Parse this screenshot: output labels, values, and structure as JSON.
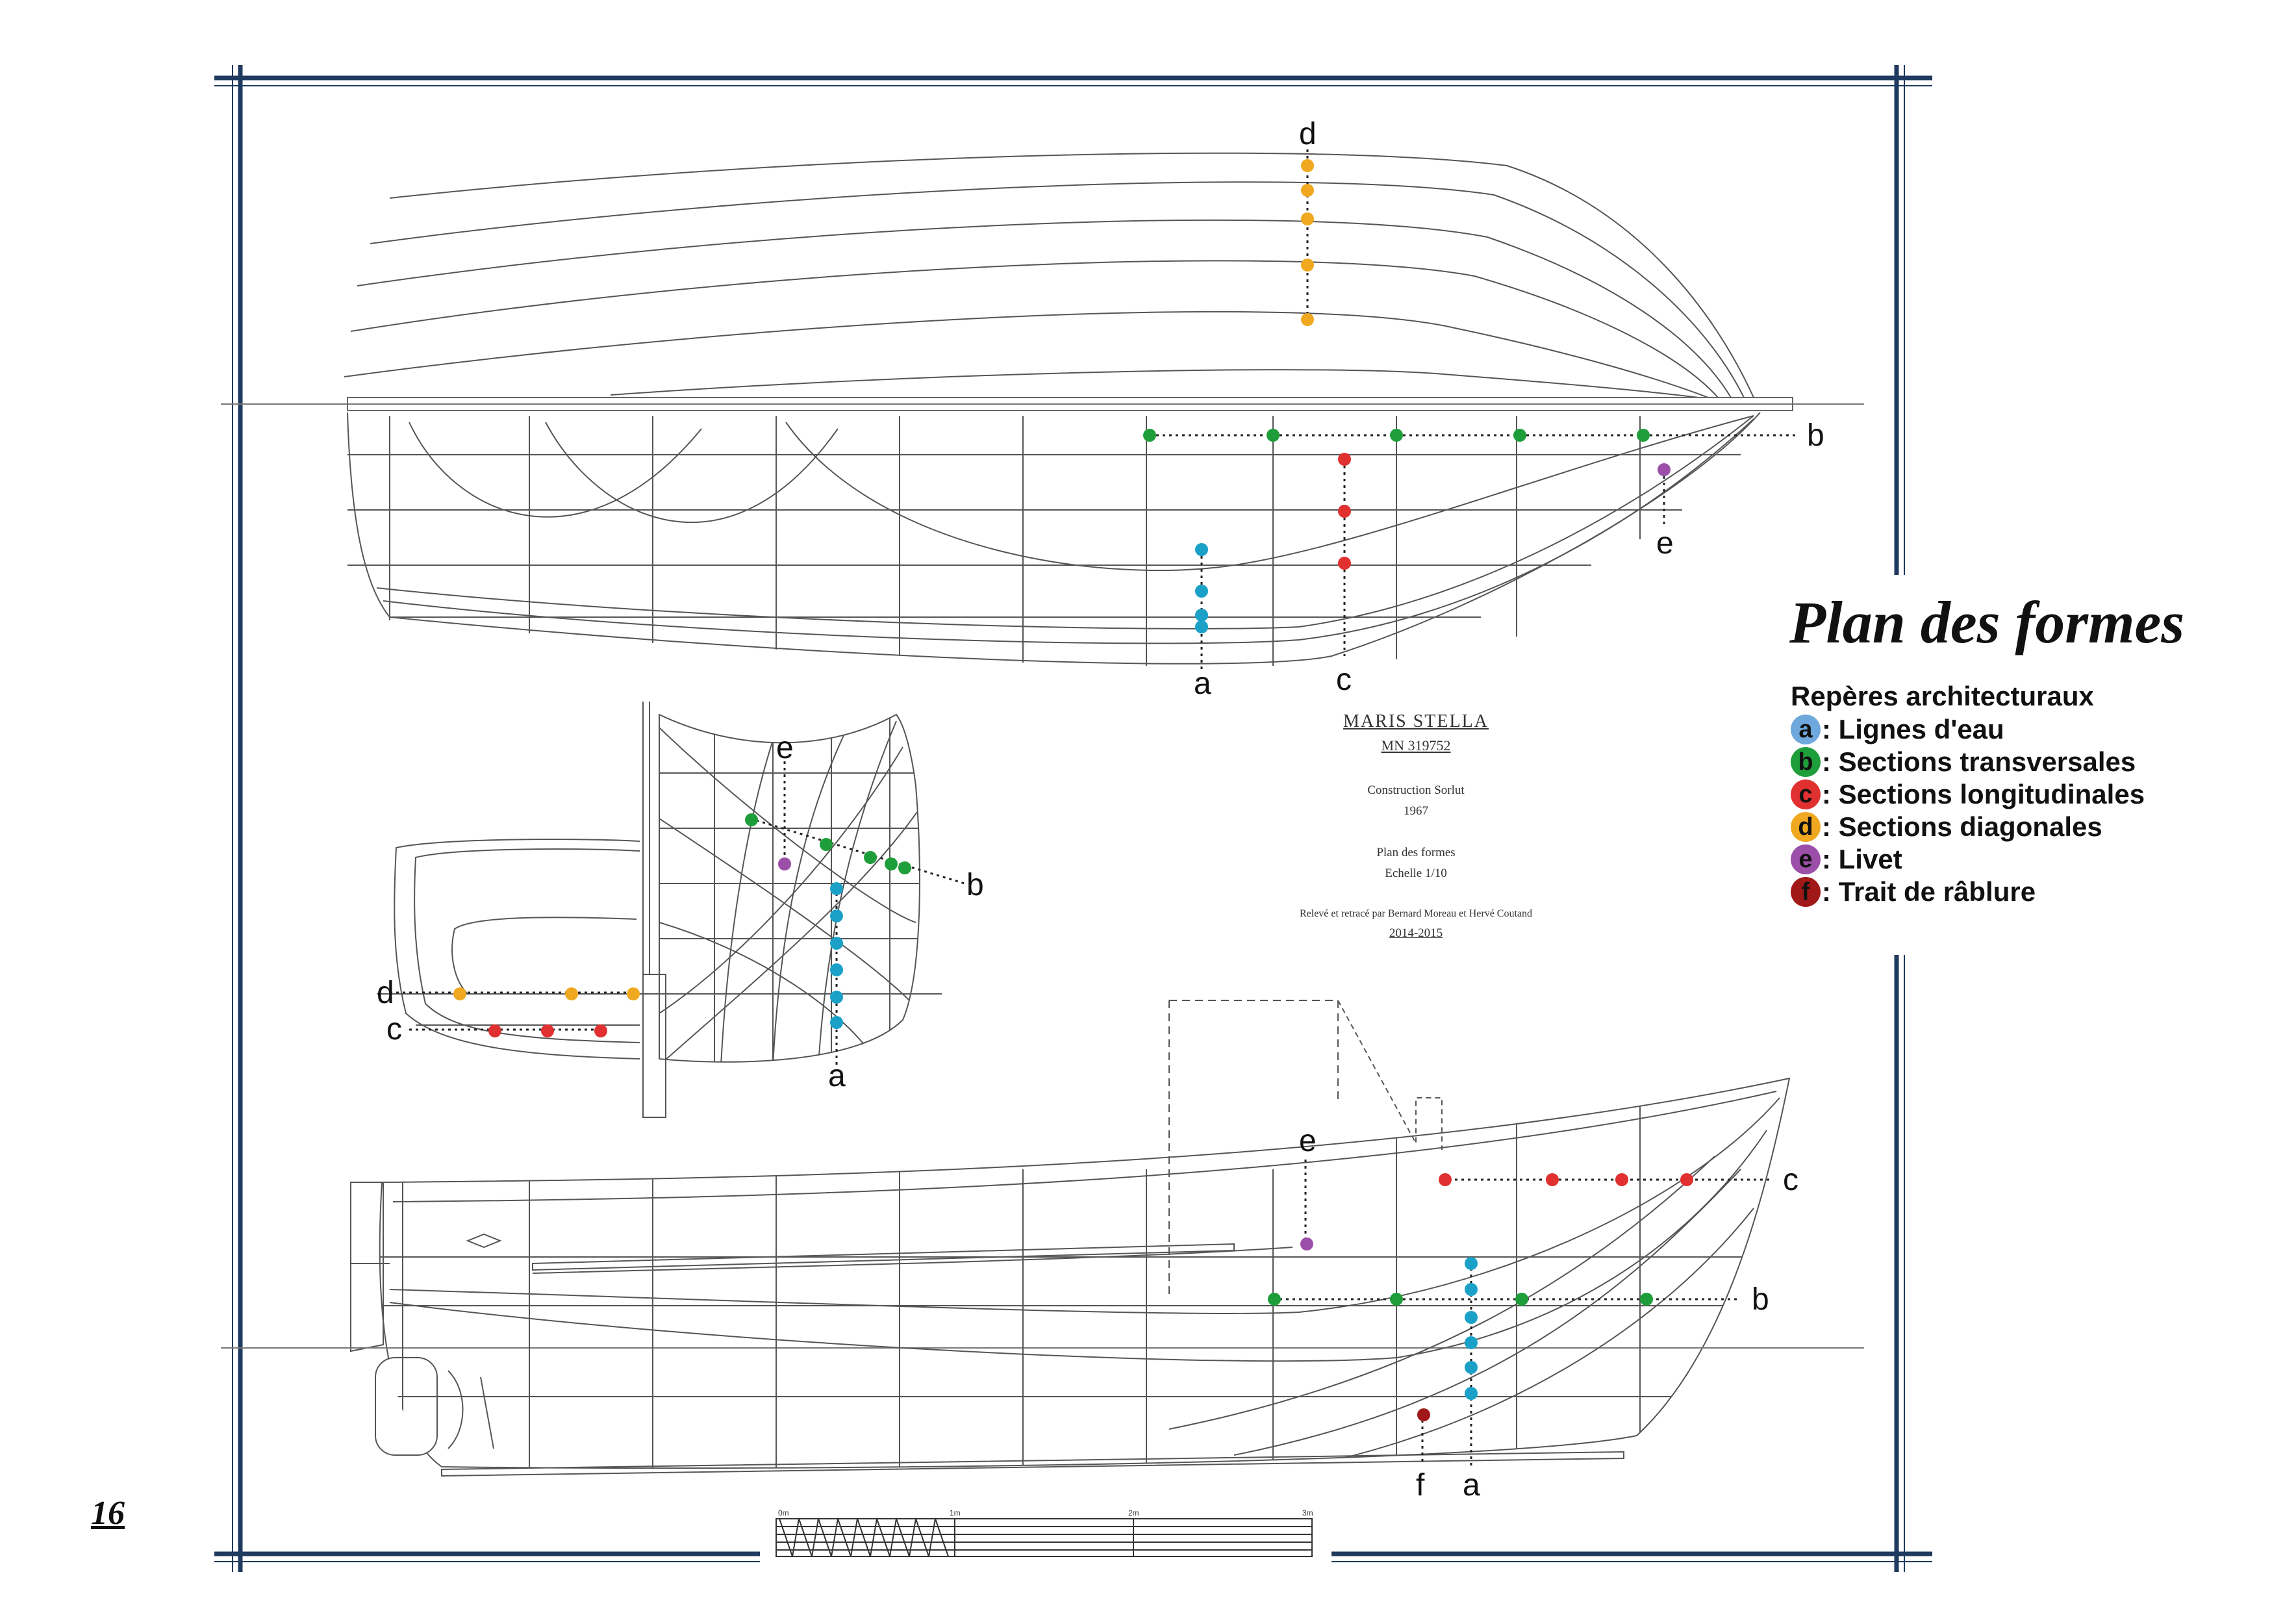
{
  "title": "Plan des formes",
  "legend": {
    "heading": "Repères architecturaux",
    "items": [
      {
        "letter": "a",
        "label": ": Lignes d'eau",
        "color": "#6fa8dc"
      },
      {
        "letter": "b",
        "label": ": Sections transversales",
        "color": "#1e9e3a"
      },
      {
        "letter": "c",
        "label": ": Sections longitudinales",
        "color": "#e03030"
      },
      {
        "letter": "d",
        "label": ": Sections diagonales",
        "color": "#f0a820"
      },
      {
        "letter": "e",
        "label": ": Livet",
        "color": "#9b4fa8"
      },
      {
        "letter": "f",
        "label": ": Trait de râblure",
        "color": "#a01818"
      }
    ]
  },
  "marker_colors": {
    "a": "#1ba1c8",
    "b": "#1e9e3a",
    "c": "#e03030",
    "d": "#f0a820",
    "e": "#9b4fa8",
    "f": "#a01818"
  },
  "frame_color": "#1f3a5f",
  "cartouche": {
    "name": "MARIS STELLA",
    "registry": "MN 319752",
    "builder": "Construction Sorlut",
    "year": "1967",
    "plan": "Plan des formes",
    "scale": "Echelle 1/10",
    "survey": "Relevé et retracé par Bernard Moreau et Hervé Coutand",
    "dates": "2014-2015"
  },
  "scale_bar": {
    "ticks": [
      "0m",
      "1m",
      "2m",
      "3m"
    ]
  },
  "callouts": {
    "top_view": {
      "d": "d"
    },
    "mid_view": {
      "b": "b",
      "e": "e",
      "a": "a",
      "c": "c"
    },
    "section_view": {
      "e": "e",
      "b": "b",
      "d": "d",
      "c": "c",
      "a": "a"
    },
    "profile_view": {
      "e": "e",
      "c": "c",
      "b": "b",
      "f": "f",
      "a": "a"
    }
  },
  "page_number": "16"
}
